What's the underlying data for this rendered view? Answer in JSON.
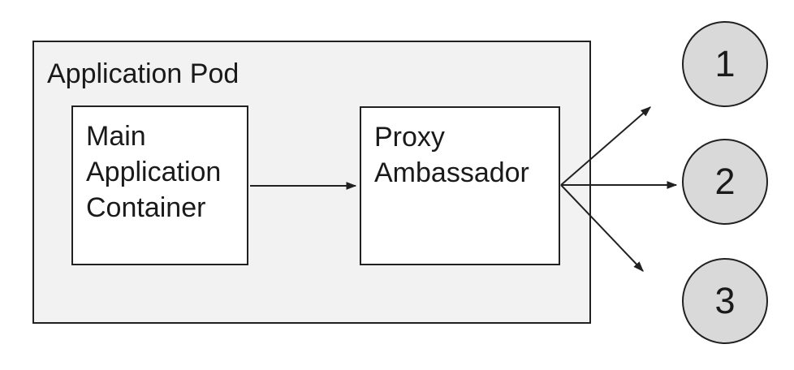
{
  "pod": {
    "label": "Application Pod"
  },
  "containers": [
    {
      "id": "main-application-container",
      "label": "Main\nApplication\nContainer"
    },
    {
      "id": "proxy-ambassador",
      "label": "Proxy\nAmbassador"
    }
  ],
  "endpoints": [
    {
      "id": "endpoint-1",
      "label": "1"
    },
    {
      "id": "endpoint-2",
      "label": "2"
    },
    {
      "id": "endpoint-3",
      "label": "3"
    }
  ],
  "connections": [
    {
      "from": "main-application-container",
      "to": "proxy-ambassador",
      "type": "arrow"
    },
    {
      "from": "proxy-ambassador",
      "to": "endpoint-1",
      "type": "arrow"
    },
    {
      "from": "proxy-ambassador",
      "to": "endpoint-2",
      "type": "arrow"
    },
    {
      "from": "proxy-ambassador",
      "to": "endpoint-3",
      "type": "arrow"
    }
  ],
  "colors": {
    "pod_fill": "#f2f2f2",
    "container_fill": "#ffffff",
    "endpoint_fill": "#d9d9d9",
    "stroke": "#212121",
    "text": "#1a1a1a"
  }
}
